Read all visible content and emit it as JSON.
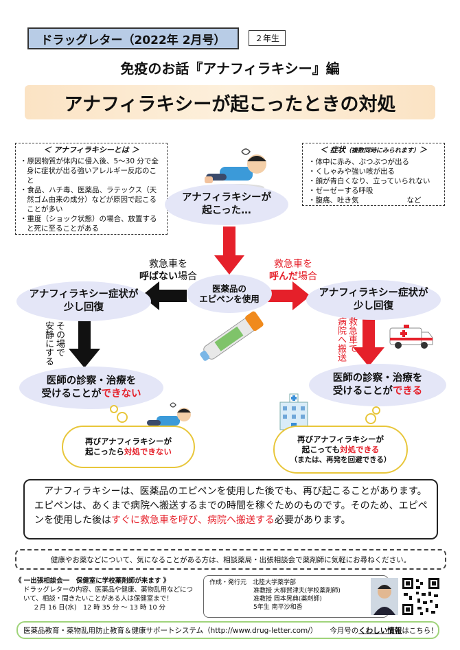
{
  "header": {
    "title": "ドラッグレター（2022年 2月号）",
    "grade": "２年生"
  },
  "subtitle": "免疫のお話『アナフィラキシー』編",
  "banner": "アナフィラキシーが起こったときの対処",
  "about": {
    "title": "＜ アナフィラキシーとは ＞",
    "items": [
      "・原因物質が体内に侵入後、5～30 分で全身に症状が出る強いアレルギー反応のこと",
      "・食品、ハチ毒、医薬品、ラテックス（天然ゴム由来の成分）などが原因で起こることが多い",
      "・重度（ショック状態）の場合、放置すると死に至ることがある"
    ]
  },
  "symptoms": {
    "title": "＜ 症状",
    "title_note": "（複数同時にみられます）",
    "title_end": "＞",
    "items": [
      "・体中に赤み、ぶつぶつが出る",
      "・くしゃみや強い咳が出る",
      "・顔が青白くなり、立っていられない",
      "・ゼーゼーする呼吸",
      "・腹痛、吐き気"
    ],
    "etc": "など"
  },
  "occurred": {
    "line1": "アナフィラキシーが",
    "line2": "起こった…"
  },
  "center": {
    "line1": "医薬品の",
    "line2": "エピペンを使用"
  },
  "left_branch": {
    "label_line1": "救急車を",
    "label_bold": "呼ばない",
    "label_tail": "場合",
    "recover_line1": "アナフィラキシー症状が",
    "recover_line2": "少し回復",
    "vertical1": "その場で",
    "vertical2": "安静にする",
    "result_line1": "医師の診察・治療を",
    "result_line2a": "受けることが",
    "result_line2b": "できない",
    "cloud_line1": "再びアナフィラキシーが",
    "cloud_line2a": "起こったら",
    "cloud_line2b": "対処できない"
  },
  "right_branch": {
    "label_line1": "救急車を",
    "label_bold": "呼んだ",
    "label_tail": "場合",
    "recover_line1": "アナフィラキシー症状が",
    "recover_line2": "少し回復",
    "vertical1": "救急車で",
    "vertical2": "病院へ搬送",
    "result_line1": "医師の診察・治療を",
    "result_line2a": "受けることが",
    "result_line2b": "できる",
    "cloud_line1": "再びアナフィラキシーが",
    "cloud_line2a": "起こっても",
    "cloud_line2b": "対処できる",
    "cloud_line3": "（または、再発を回避できる）"
  },
  "summary": {
    "p1": "アナフィラキシーは、医薬品のエピペンを使用した後でも、再び起こることがあります。エピペンは、あくまで病院へ搬送するまでの時間を稼ぐためのものです。そのため、エピペンを使用した後は",
    "p1_red": "すぐに救急車を呼び、病院へ搬送する",
    "p1_end": "必要があります。"
  },
  "notice": "健康やお薬などについて、気になることがある方は、相談薬局・出張相談会で薬剤師に気軽にお尋ねください。",
  "consult": {
    "title": "《 一出張相談会一　保健室に学校薬剤師が来ます 》",
    "body": "ドラッグレターの内容、医薬品や健康、薬物乱用などについて、相談・聞きたいことがある人は保健室まで！",
    "date": "２月 16 日(水)　12 時 35 分 ～ 13 時 10 分"
  },
  "issuer": {
    "label": "作成・発行元",
    "org": "北陸大学薬学部",
    "line1_role": "准教授",
    "line1_name": "大柳賀津夫(学校薬剤師)",
    "line2_role": "准教授",
    "line2_name": "岡本晃典(薬剤師)",
    "line3_role": "5年生",
    "line3_name": "南平沙和香"
  },
  "footer": {
    "text": "医薬品教育・薬物乱用防止教育＆健康サポートシステム（http://www.drug-letter.com/）",
    "pre": "今月号の",
    "link": "くわしい情報",
    "post": "はこちら！"
  },
  "colors": {
    "accent_red": "#e5202a",
    "banner": "#fbe3c4",
    "ellipse": "#e4e6f7",
    "header": "#b8cce6",
    "cloud_border": "#e8c63a",
    "footer_border": "#9fd37a"
  },
  "icons": [
    "fainted-person-icon",
    "epipen-icon",
    "ambulance-icon",
    "hospital-icon",
    "qr-code-icon",
    "photo-avatar"
  ]
}
